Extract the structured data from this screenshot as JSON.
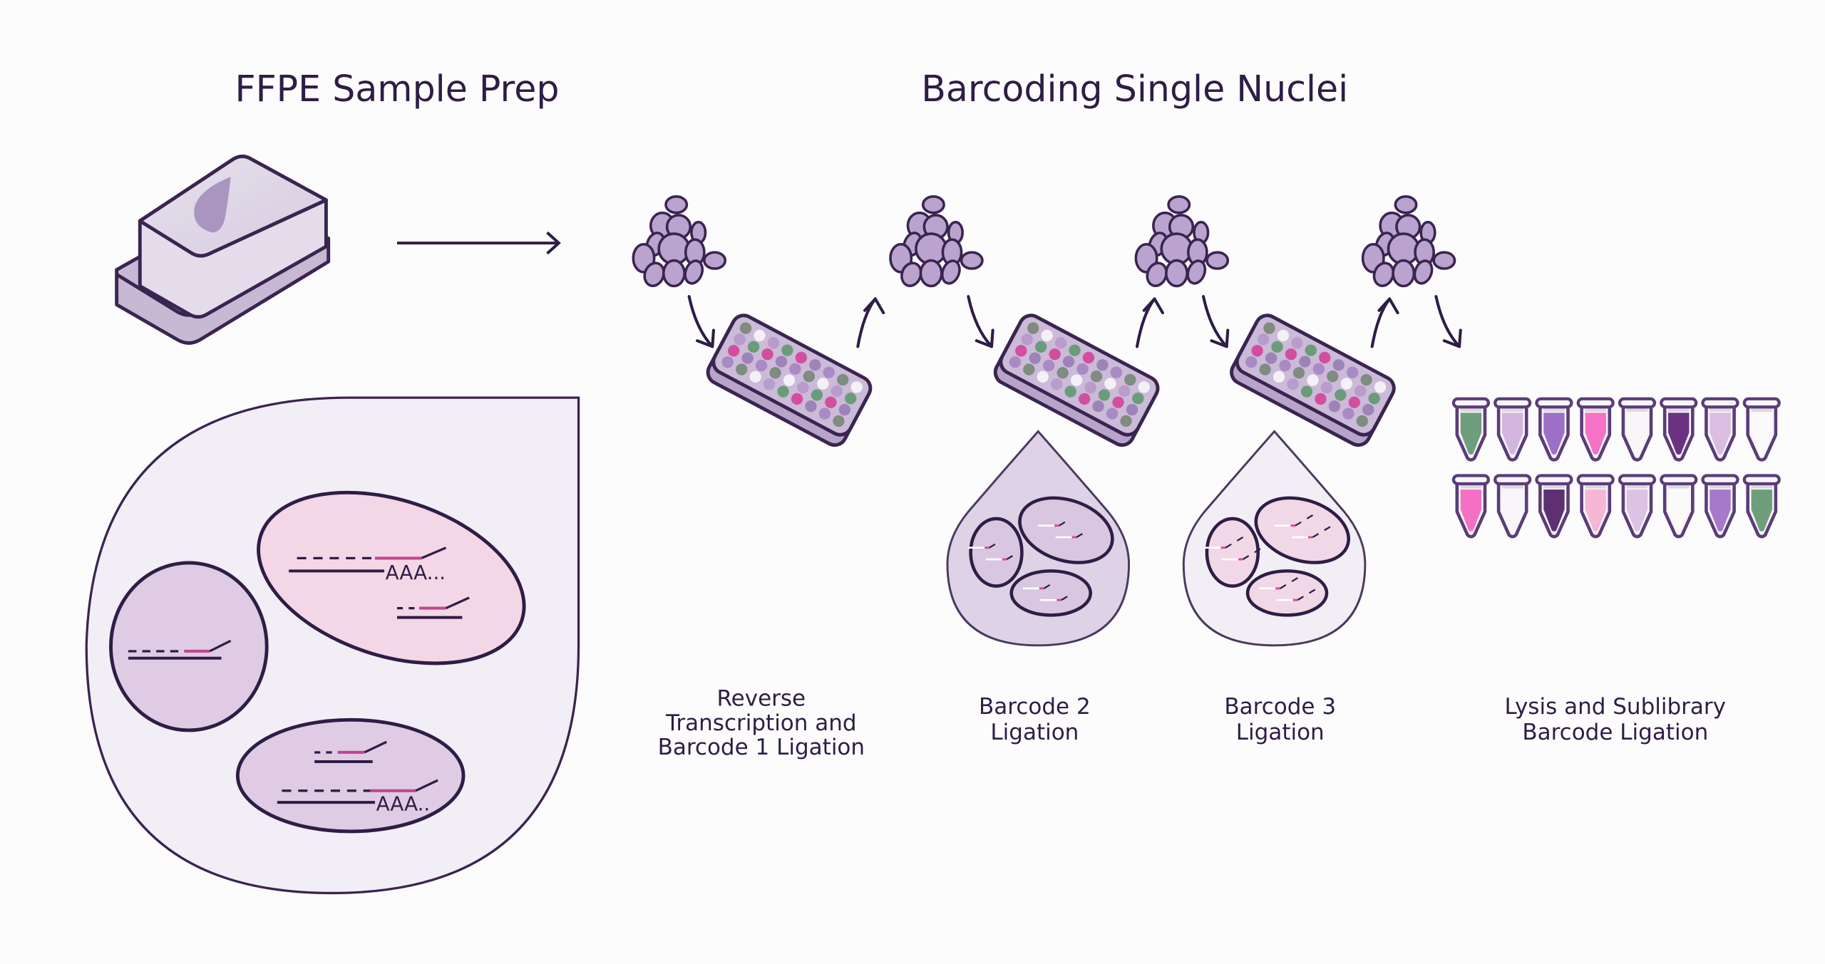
{
  "titles": {
    "sample_prep": "FFPE Sample Prep",
    "barcoding": "Barcoding Single Nuclei"
  },
  "steps": [
    {
      "label_lines": [
        "Reverse",
        "Transcription and",
        "Barcode 1 Ligation"
      ]
    },
    {
      "label_lines": [
        "Barcode 2",
        "Ligation"
      ]
    },
    {
      "label_lines": [
        "Barcode 3",
        "Ligation"
      ]
    },
    {
      "label_lines": [
        "Lysis and Sublibrary",
        "Barcode Ligation"
      ]
    }
  ],
  "zoom_inset": {
    "polyA_labels": [
      "AAA...",
      "AAA.."
    ]
  },
  "icons": [
    "tissue-block-icon",
    "nuclei-cluster-icon",
    "well-plate-icon",
    "droplet-icon",
    "tube-icon",
    "arrow-icon"
  ],
  "colors": {
    "outline": "#3a2450",
    "text": "#2e1d45",
    "nucleus_fill": "#b9a3cc",
    "plate_fill": "#c9b6d6",
    "inset_fill": "#f1eef5",
    "nucleus_pink": "#f4d7e6",
    "nucleus_purple": "#dfcbe3",
    "barcode_pink": "#d9479b"
  },
  "tubes": {
    "row1": [
      "#6f9e7c",
      "#d4b5e0",
      "#9f6fc7",
      "#f572c4",
      "#f8f6f8",
      "#6b3282",
      "#dbbde3",
      "#fbf9fb"
    ],
    "row2": [
      "#f570c4",
      "#f8f6f8",
      "#5e2f73",
      "#f6b6d6",
      "#dcc2e3",
      "#fbfaf7",
      "#a679cc",
      "#6f9e7c"
    ]
  },
  "plate_wells": [
    "#9d84b8",
    "#f4f1f6",
    "#d24e9e",
    "#7f8c80",
    "#6a9c79",
    "#a98ac4",
    "#b79ccc"
  ]
}
